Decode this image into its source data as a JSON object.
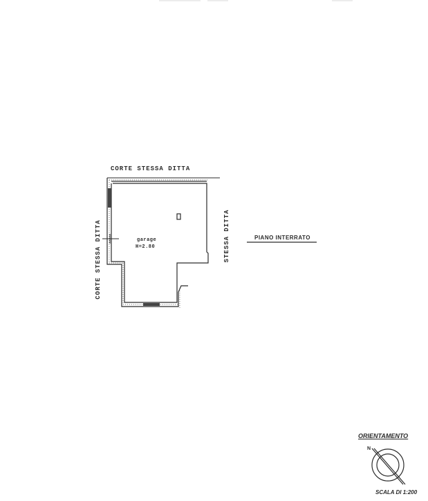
{
  "drawing": {
    "type": "floor-plan",
    "labels": {
      "top_neighbor": "CORTE STESSA DITTA",
      "left_neighbor": "CORTE STESSA DITTA",
      "right_neighbor": "STESSA DITTA"
    },
    "room": {
      "name": "garage",
      "height": "H=2.80"
    },
    "floor_label": "PIANO INTERRATO",
    "orientation": {
      "title": "ORIENTAMENTO",
      "north_marker": "N"
    },
    "scale": "SCALA DI 1:200",
    "colors": {
      "line": "#2a2a2a",
      "hatch": "#555555",
      "background": "#ffffff"
    }
  }
}
